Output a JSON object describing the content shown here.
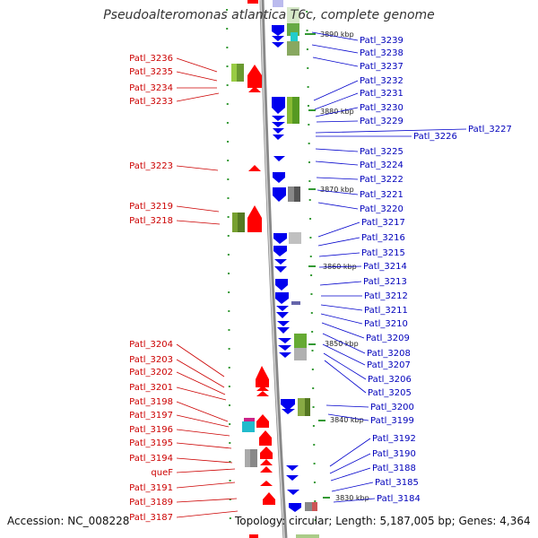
{
  "title": "Pseudoalteromonas atlantica T6c, complete genome",
  "accession": "Accession: NC_008228",
  "topology": "Topology: circular; Length: 5,187,005 bp; Genes: 4,364",
  "colors": {
    "forward_gene": "#ff0000",
    "reverse_gene": "#0000ee",
    "forward_label": "#cc0000",
    "reverse_label": "#0000bb",
    "scale_tick": "#339933",
    "backbone": "#999999"
  },
  "kbp_labels": [
    "3890 kbp",
    "3880 kbp",
    "3870 kbp",
    "3860 kbp",
    "3850 kbp",
    "3840 kbp",
    "3830 kbp"
  ],
  "forward_labels": [
    "Patl_3236",
    "Patl_3235",
    "Patl_3234",
    "Patl_3233",
    "Patl_3223",
    "Patl_3219",
    "Patl_3218",
    "Patl_3204",
    "Patl_3203",
    "Patl_3202",
    "Patl_3201",
    "Patl_3198",
    "Patl_3197",
    "Patl_3196",
    "Patl_3195",
    "Patl_3194",
    "queF",
    "Patl_3191",
    "Patl_3189",
    "Patl_3187"
  ],
  "reverse_labels": [
    "Patl_3239",
    "Patl_3238",
    "Patl_3237",
    "Patl_3232",
    "Patl_3231",
    "Patl_3230",
    "Patl_3229",
    "Patl_3227",
    "Patl_3226",
    "Patl_3225",
    "Patl_3224",
    "Patl_3222",
    "Patl_3221",
    "Patl_3220",
    "Patl_3217",
    "Patl_3216",
    "Patl_3215",
    "Patl_3214",
    "Patl_3213",
    "Patl_3212",
    "Patl_3211",
    "Patl_3210",
    "Patl_3209",
    "Patl_3208",
    "Patl_3207",
    "Patl_3206",
    "Patl_3205",
    "Patl_3200",
    "Patl_3199",
    "Patl_3192",
    "Patl_3190",
    "Patl_3188",
    "Patl_3185",
    "Patl_3184"
  ]
}
